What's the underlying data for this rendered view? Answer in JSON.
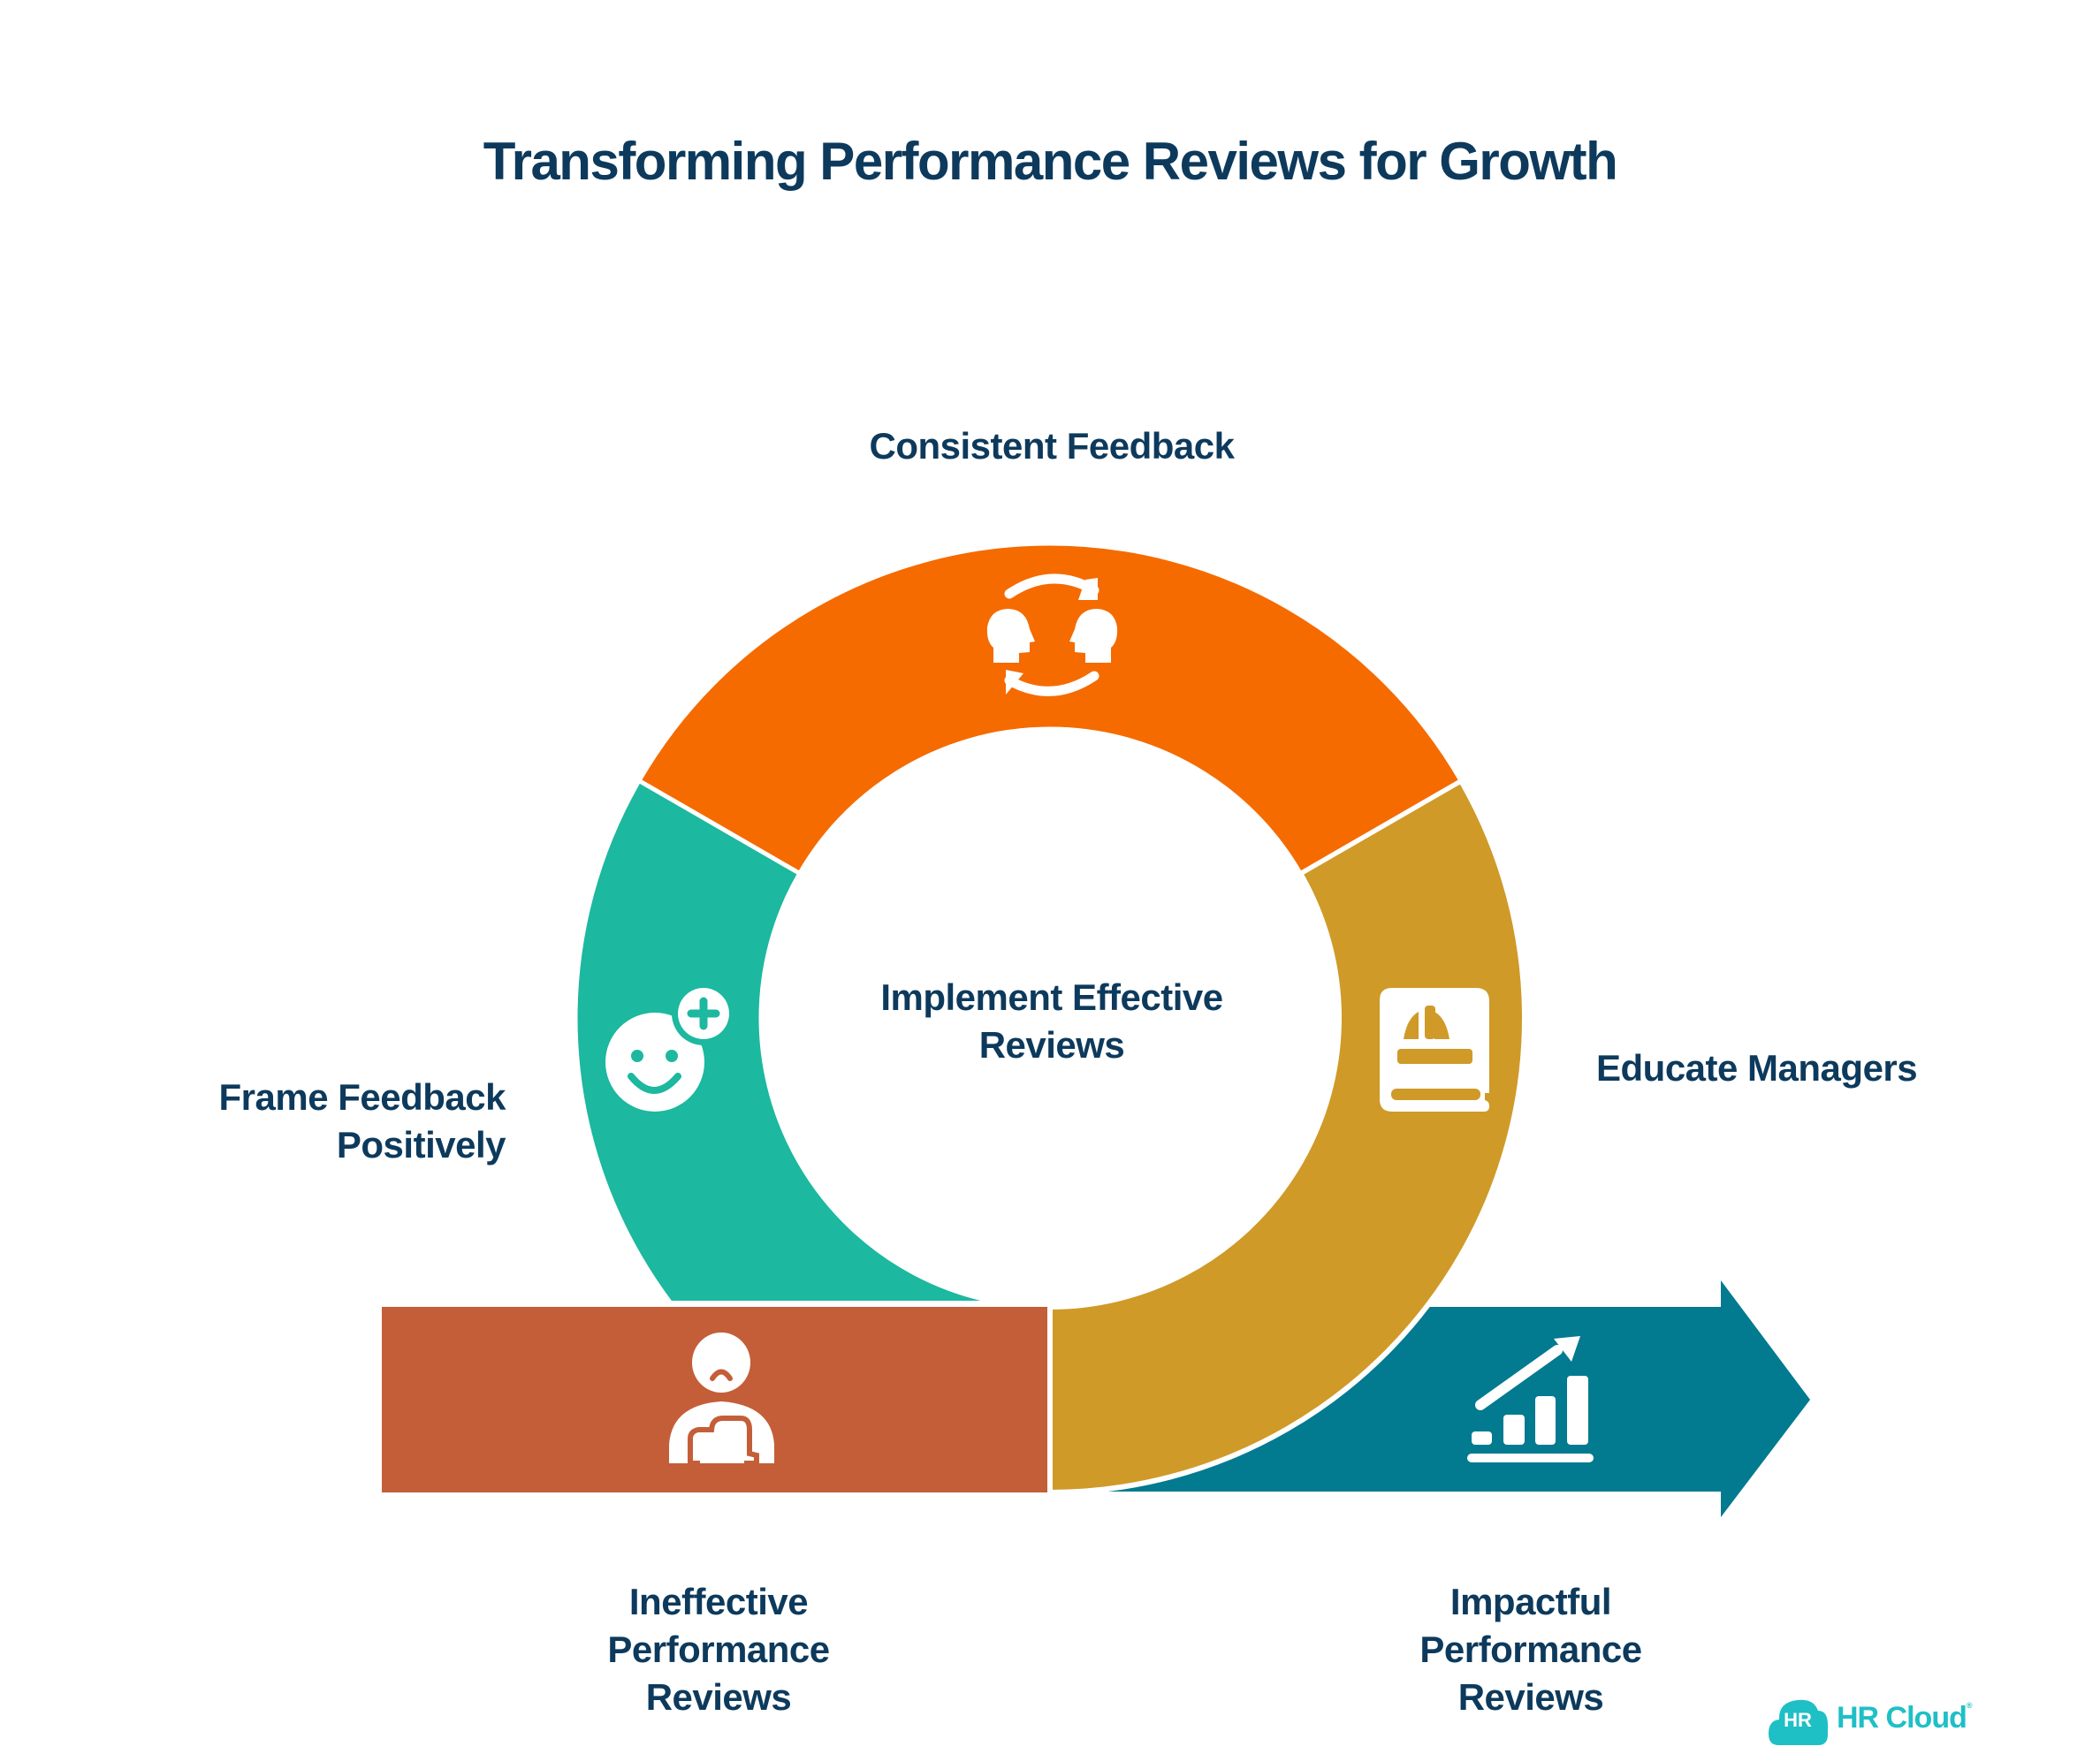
{
  "title": "Transforming Performance Reviews for Growth",
  "cycle": {
    "center_label_line1": "Implement Effective",
    "center_label_line2": "Reviews",
    "segments": [
      {
        "label": "Consistent Feedback",
        "icon": "feedback-exchange-icon",
        "color": "#f56b00"
      },
      {
        "label_line1": "Frame Feedback",
        "label_line2": "Positively",
        "icon": "smiley-plus-icon",
        "color": "#1cb89f"
      },
      {
        "label": "Educate Managers",
        "icon": "manager-handbook-icon",
        "color": "#cf9a27"
      }
    ]
  },
  "start": {
    "line1": "Ineffective",
    "line2": "Performance",
    "line3": "Reviews",
    "icon": "sad-person-icon",
    "color": "#c45e39"
  },
  "end": {
    "line1": "Impactful",
    "line2": "Performance",
    "line3": "Reviews",
    "icon": "growth-chart-icon",
    "color": "#027a90"
  },
  "colors": {
    "text": "#0d3a5c",
    "background": "#ffffff",
    "logo": "#1fbfc6"
  },
  "logo": {
    "badge": "HR",
    "name": "HR Cloud",
    "mark": "®"
  }
}
